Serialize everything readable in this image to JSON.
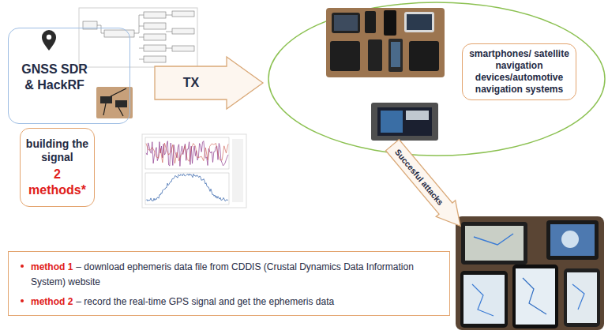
{
  "diagram": {
    "nodes": [
      {
        "text": [
          "GNSS SDR & HackRF"
        ]
      },
      {
        "text": [
          "TX"
        ]
      },
      {
        "text": [
          "smartphones/ satellite navigation devices/automotive navigation systems"
        ]
      },
      {
        "text": [
          "building the signal",
          "2 methods*"
        ]
      },
      {
        "text": [
          "Succesful attacks"
        ]
      },
      {
        "text": [
          "method 1",
          "– download ephemeris data file from CDDIS (Crustal Dynamics Data Information System) website",
          "method 2",
          "– record the real-time GPS signal and get the ephemeris data"
        ]
      }
    ]
  }
}
